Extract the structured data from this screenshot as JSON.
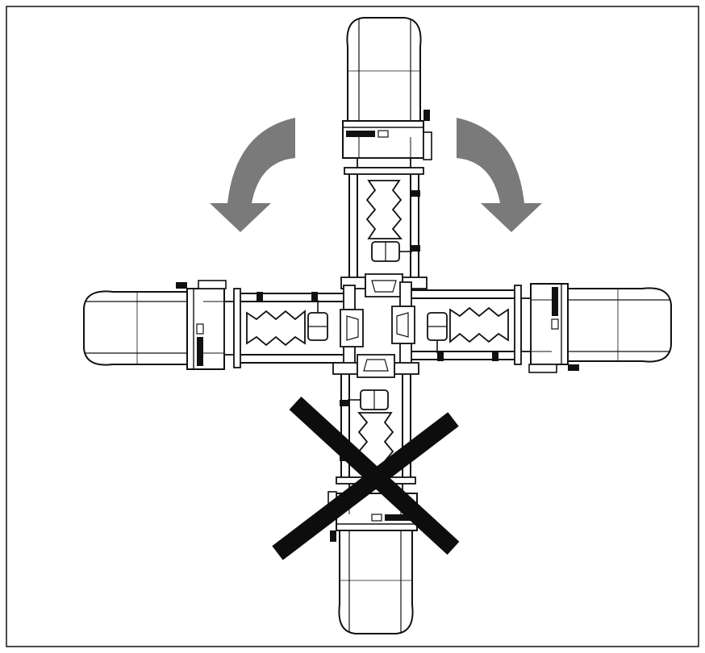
{
  "figure": {
    "kind": "installation-orientation-diagram",
    "colors": {
      "line": "#111111",
      "arrow": "#7a7a7a",
      "cross": "#0d0d0d",
      "background": "#ffffff"
    },
    "orientations": [
      {
        "id": "vertical-up",
        "allowed": true
      },
      {
        "id": "horizontal-left",
        "allowed": true
      },
      {
        "id": "horizontal-right",
        "allowed": true
      },
      {
        "id": "vertical-down",
        "allowed": false
      }
    ]
  }
}
